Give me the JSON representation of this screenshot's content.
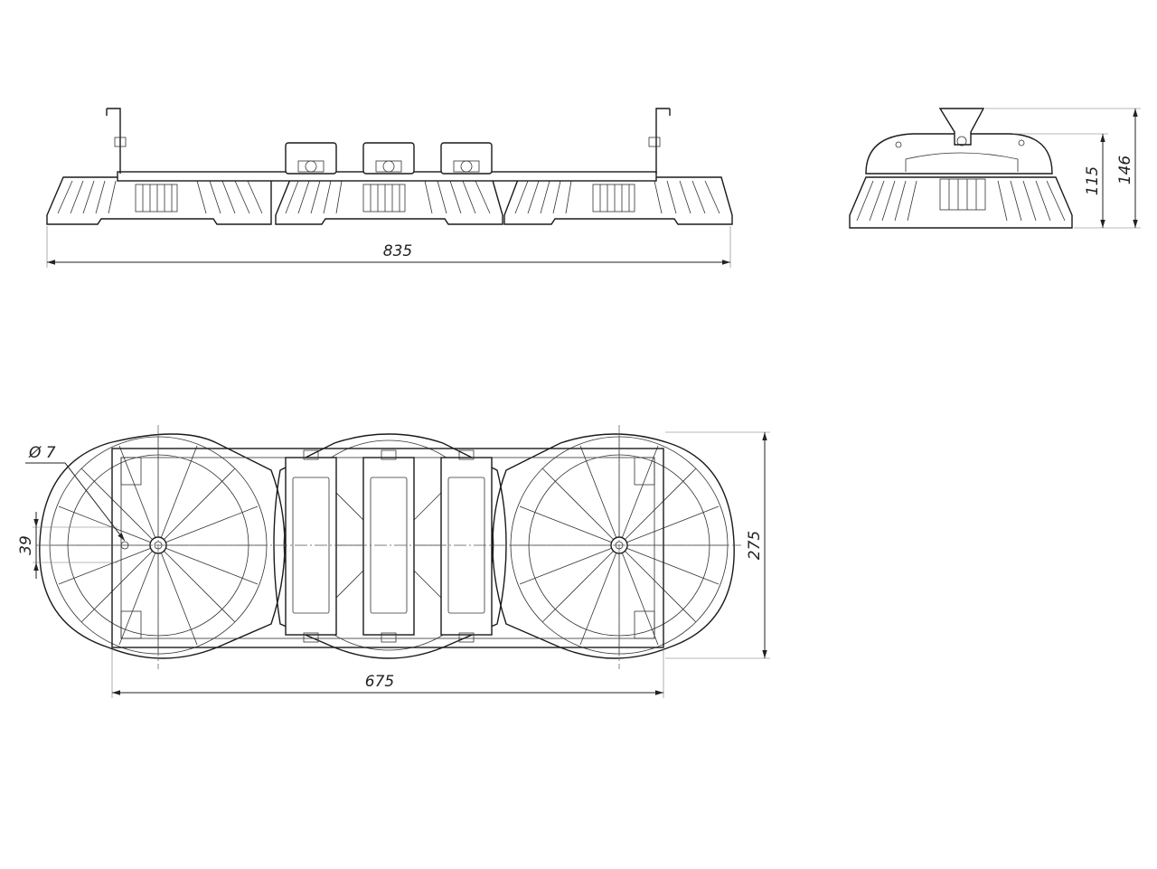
{
  "dimensions": {
    "front_length": "835",
    "side_height_inner": "115",
    "side_height_outer": "146",
    "hole_diameter": "Ø 7",
    "mount_spacing": "39",
    "plan_length": "675",
    "plan_width": "275"
  }
}
